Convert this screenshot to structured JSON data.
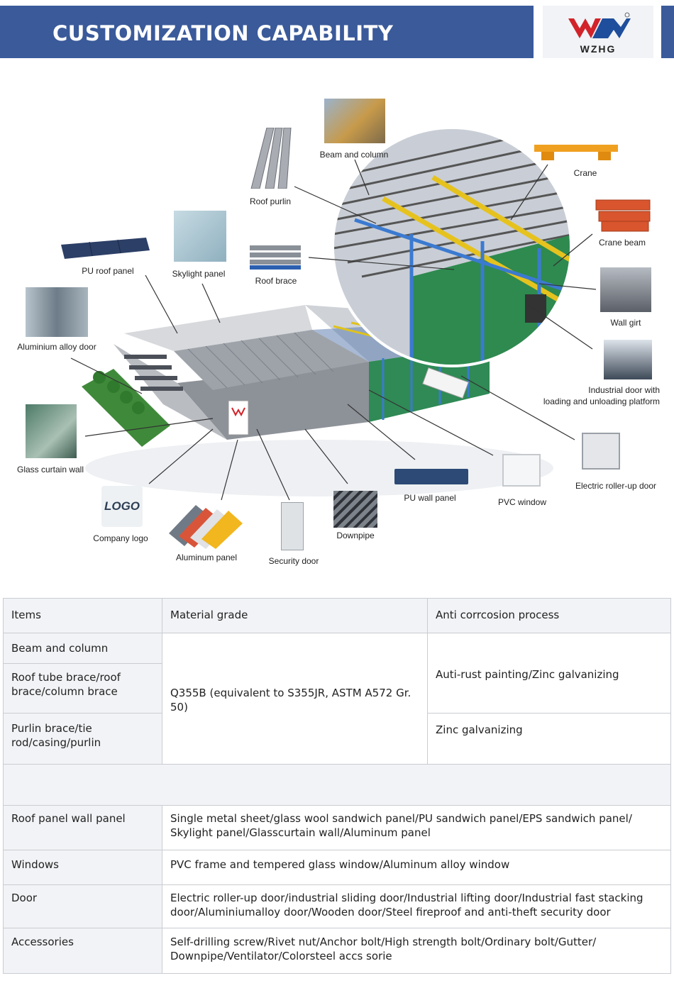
{
  "header": {
    "title": "CUSTOMIZATION CAPABILITY",
    "logo_text": "WZHG"
  },
  "colors": {
    "header_blue": "#3a5a9a",
    "logo_red": "#d2232a",
    "logo_blue": "#1f4e9c",
    "table_border": "#c9ccd1",
    "table_shade": "#f2f3f6"
  },
  "diagram": {
    "logo_placeholder": "LOGO",
    "labels": {
      "beam_and_column": "Beam and column",
      "crane": "Crane",
      "roof_purlin": "Roof purlin",
      "crane_beam": "Crane beam",
      "pu_roof_panel": "PU roof panel",
      "skylight_panel": "Skylight panel",
      "roof_brace": "Roof brace",
      "wall_girt": "Wall girt",
      "aluminium_alloy_door": "Aluminium alloy door",
      "industrial_door_line1": "Industrial door with",
      "industrial_door_line2": "loading and unloading platform",
      "glass_curtain_wall": "Glass curtain wall",
      "electric_roller_up_door": "Electric roller-up door",
      "company_logo": "Company logo",
      "pu_wall_panel": "PU wall panel",
      "pvc_window": "PVC window",
      "downpipe": "Downpipe",
      "aluminum_panel": "Aluminum panel",
      "security_door": "Security door"
    }
  },
  "table": {
    "headers": [
      "Items",
      "Material grade",
      "Anti corrcosion process"
    ],
    "steel_rows": [
      "Beam and column",
      "Roof tube brace/roof brace/column brace",
      "Purlin brace/tie rod/casing/purlin"
    ],
    "steel_grade": "Q355B (equivalent to S355JR, ASTM A572 Gr. 50)",
    "process_paint": "Auti-rust painting/Zinc galvanizing",
    "process_zinc": "Zinc galvanizing",
    "rows": [
      {
        "item": "Roof panel wall panel",
        "value": "Single metal sheet/glass wool sandwich panel/PU sandwich panel/EPS sandwich panel/ Skylight panel/Glasscurtain wall/Aluminum panel"
      },
      {
        "item": "Windows",
        "value": "PVC frame and tempered glass window/Aluminum alloy window"
      },
      {
        "item": "Door",
        "value": "Electric roller-up door/industrial sliding door/Industrial lifting door/Industrial fast stacking door/Aluminiumalloy door/Wooden door/Steel fireproof and anti-theft security door"
      },
      {
        "item": "Accessories",
        "value": "Self-drilling screw/Rivet nut/Anchor bolt/High strength bolt/Ordinary bolt/Gutter/ Downpipe/Ventilator/Colorsteel accs sorie"
      }
    ]
  }
}
